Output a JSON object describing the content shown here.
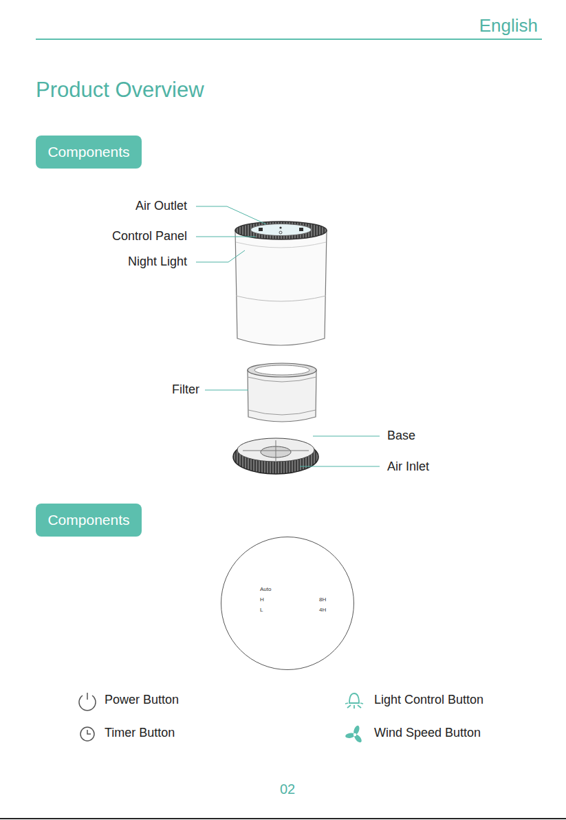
{
  "diagram": {
    "title": "Product Overview",
    "nodes": [
      {
        "text": [
          "Components"
        ]
      },
      {
        "text": [
          "Components"
        ]
      },
      {
        "text": [
          "Auto",
          "H",
          "L",
          "8H",
          "4H"
        ]
      }
    ],
    "labels": [
      "English",
      "Air Outlet",
      "Control Panel",
      "Night Light",
      "Filter",
      "Base",
      "Air Inlet",
      "Power Button",
      "Light Control Button",
      "Timer Button",
      "Wind Speed Button",
      "02"
    ]
  }
}
